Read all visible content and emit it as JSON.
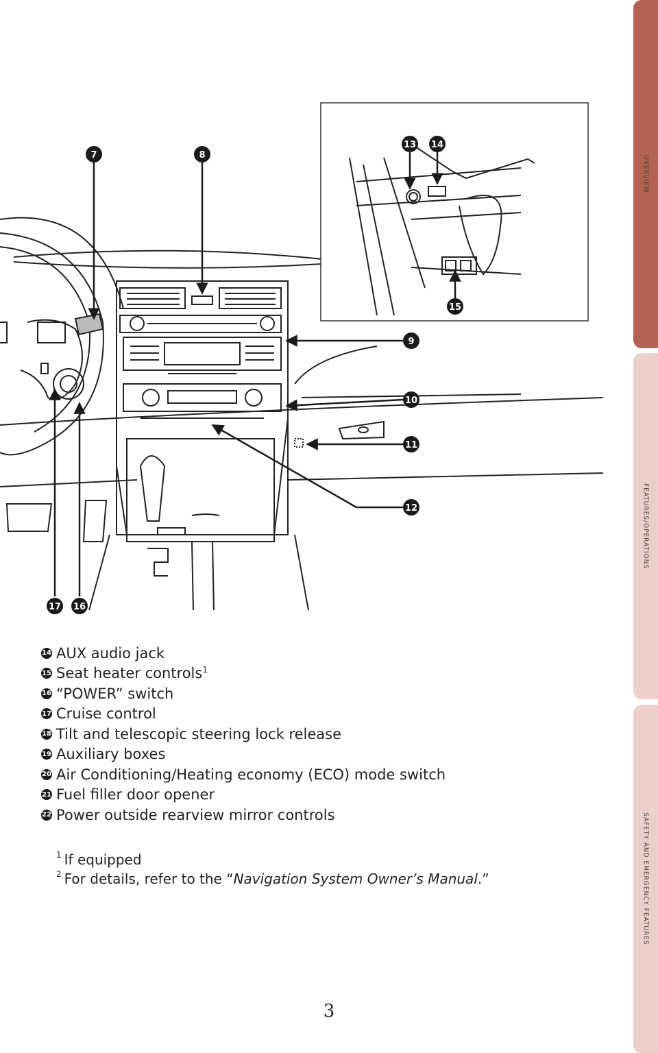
{
  "side_tabs": [
    {
      "label": "OVERVIEW",
      "color": "#b36252"
    },
    {
      "label": "FEATURES/OPERATIONS",
      "color": "#ecd1cb"
    },
    {
      "label": "SAFETY AND EMERGENCY FEATURES",
      "color": "#ecd1cb"
    }
  ],
  "diagram": {
    "callouts": [
      "7",
      "8",
      "9",
      "10",
      "11",
      "12",
      "13",
      "14",
      "15",
      "16",
      "17"
    ]
  },
  "legend": [
    {
      "num": "14",
      "text": "AUX audio jack",
      "sup": ""
    },
    {
      "num": "15",
      "text": "Seat heater controls",
      "sup": "1"
    },
    {
      "num": "16",
      "text": "“POWER” switch",
      "sup": ""
    },
    {
      "num": "17",
      "text": "Cruise control",
      "sup": ""
    },
    {
      "num": "18",
      "text": "Tilt and telescopic steering lock release",
      "sup": ""
    },
    {
      "num": "19",
      "text": "Auxiliary boxes",
      "sup": ""
    },
    {
      "num": "20",
      "text": "Air Conditioning/Heating economy (ECO) mode switch",
      "sup": ""
    },
    {
      "num": "21",
      "text": "Fuel filler door opener",
      "sup": ""
    },
    {
      "num": "22",
      "text": "Power outside rearview mirror controls",
      "sup": ""
    }
  ],
  "footnotes": {
    "fn1_mark": "1",
    "fn1_text": "If equipped",
    "fn2_mark": "2",
    "fn2_pre": "For details, refer to the “",
    "fn2_ital": "Navigation System Owner’s Manual",
    "fn2_post": ".”"
  },
  "page_number": "3"
}
